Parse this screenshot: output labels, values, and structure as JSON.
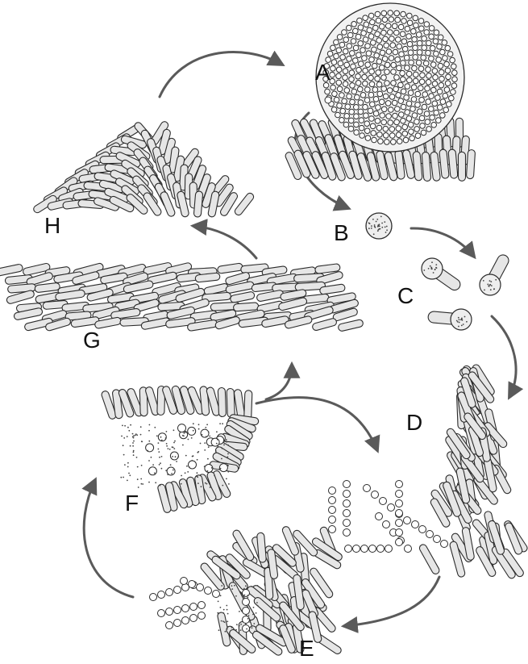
{
  "stages": [
    {
      "id": "A",
      "label": "A"
    },
    {
      "id": "B",
      "label": "B"
    },
    {
      "id": "C",
      "label": "C"
    },
    {
      "id": "D",
      "label": "D"
    },
    {
      "id": "E",
      "label": "E"
    },
    {
      "id": "F",
      "label": "F"
    },
    {
      "id": "G",
      "label": "G"
    },
    {
      "id": "H",
      "label": "H"
    }
  ],
  "colors": {
    "cell_fill": "#e6e6e6",
    "cell_stroke": "#2b2b2b",
    "arrow": "#5a5a5a",
    "label": "#111111"
  }
}
